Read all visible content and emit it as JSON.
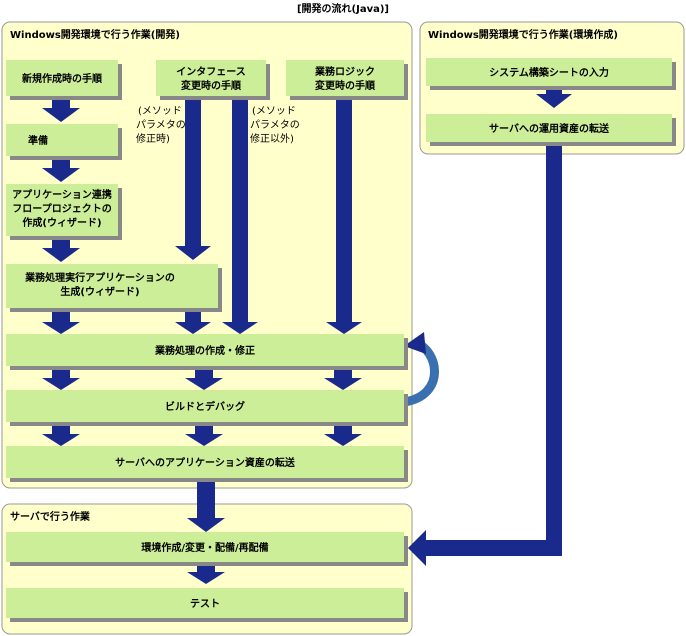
{
  "title": "[開発の流れ(Java)]",
  "panels": {
    "dev": "Windows開発環境で行う作業(開発)",
    "env": "Windows開発環境で行う作業(環境作成)",
    "server": "サーバで行う作業"
  },
  "boxes": {
    "new_create": "新規作成時の手順",
    "interface_change": [
      "インタフェース",
      "変更時の手順"
    ],
    "logic_change": [
      "業務ロジック",
      "変更時の手順"
    ],
    "prepare": "準備",
    "app_link_flow": [
      "アプリケーション連携",
      "フロープロジェクトの",
      "作成(ウィザード)"
    ],
    "app_generate": [
      "業務処理実行アプリケーションの",
      "生成(ウィザード)"
    ],
    "create_modify": "業務処理の作成・修正",
    "build_debug": "ビルドとデバッグ",
    "transfer_app": "サーバへのアプリケーション資産の転送",
    "system_sheet": "システム構築シートの入力",
    "transfer_ops": "サーバへの運用資産の転送",
    "env_deploy": "環境作成/変更・配備/再配備",
    "test": "テスト"
  },
  "notes": {
    "method_param": [
      "(メソッド",
      "パラメタの",
      "修正時)"
    ],
    "method_other": [
      "(メソッド",
      "パラメタの",
      "修正以外)"
    ]
  },
  "colors": {
    "panel_fill": "#ffffcc",
    "panel_stroke": "#999999",
    "box_fill": "#ccee99",
    "box_shadow": "#888888",
    "arrow": "#1a2a8c",
    "loop_arrow": "#3a6fb0"
  }
}
